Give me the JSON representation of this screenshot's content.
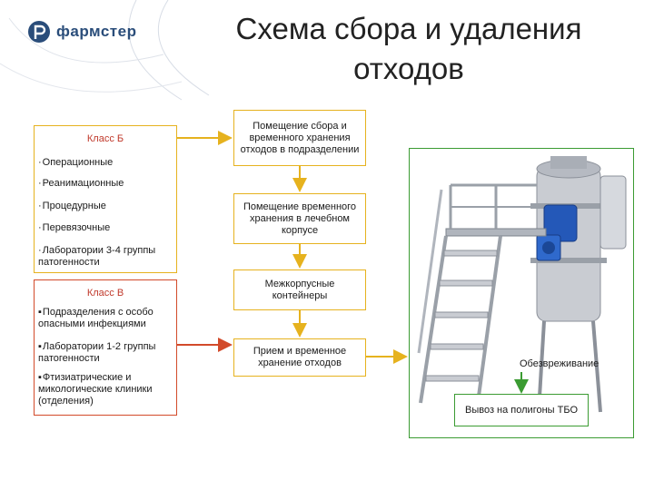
{
  "logo": {
    "name": "фармстер"
  },
  "title": {
    "line1": "Схема сбора и удаления",
    "line2": "отходов"
  },
  "class_b": {
    "heading": "Класс Б",
    "items": [
      "Операционные",
      "Реанимационные",
      "Процедурные",
      "Перевязочные",
      "Лаборатории 3-4 группы патогенности"
    ]
  },
  "class_v": {
    "heading": "Класс В",
    "items": [
      "Подразделения с особо опасными инфекциями",
      "Лаборатории 1-2 группы патогенности",
      "Фтизиатрические и микологические клиники (отделения)"
    ]
  },
  "flow": {
    "step1": "Помещение сбора и временного хранения отходов в подразделении",
    "step2": "Помещение временного хранения в лечебном корпусе",
    "step3": "Межкорпусные контейнеры",
    "step4": "Прием и временное хранение отходов"
  },
  "disinfection_label": "Обезвреживание",
  "landfill": "Вывоз на полигоны ТБО",
  "colors": {
    "yellow": "#e6b21e",
    "red": "#d24a2a",
    "green": "#3b9b32",
    "accent_blue": "#2a4d7a"
  }
}
